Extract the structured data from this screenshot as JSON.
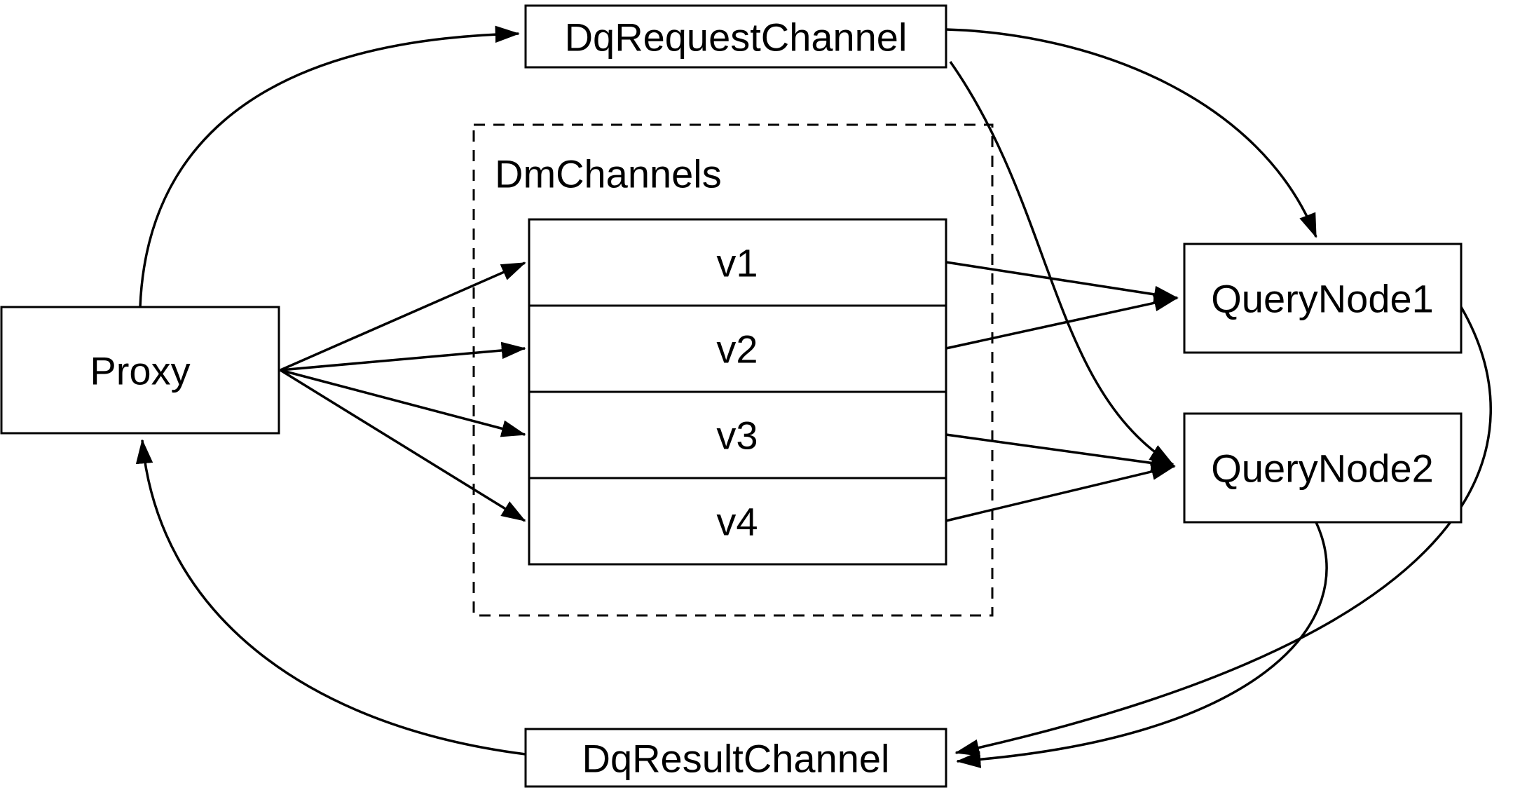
{
  "diagram": {
    "kind": "architecture-flow-diagram",
    "colors": {
      "background": "#ffffff",
      "line": "#000000",
      "box_fill": "#ffffff",
      "text": "#000000"
    },
    "nodes": {
      "dq_request_channel": {
        "label": "DqRequestChannel"
      },
      "proxy": {
        "label": "Proxy"
      },
      "dm_channels_group": {
        "label": "DmChannels"
      },
      "channels": [
        {
          "label": "v1"
        },
        {
          "label": "v2"
        },
        {
          "label": "v3"
        },
        {
          "label": "v4"
        }
      ],
      "query_node_1": {
        "label": "QueryNode1"
      },
      "query_node_2": {
        "label": "QueryNode2"
      },
      "dq_result_channel": {
        "label": "DqResultChannel"
      }
    },
    "edges": [
      {
        "from": "Proxy",
        "to": "DqRequestChannel"
      },
      {
        "from": "Proxy",
        "to": "v1"
      },
      {
        "from": "Proxy",
        "to": "v2"
      },
      {
        "from": "Proxy",
        "to": "v3"
      },
      {
        "from": "Proxy",
        "to": "v4"
      },
      {
        "from": "v1",
        "to": "QueryNode1"
      },
      {
        "from": "v2",
        "to": "QueryNode1"
      },
      {
        "from": "v3",
        "to": "QueryNode2"
      },
      {
        "from": "v4",
        "to": "QueryNode2"
      },
      {
        "from": "DqRequestChannel",
        "to": "QueryNode1"
      },
      {
        "from": "DqRequestChannel",
        "to": "QueryNode2"
      },
      {
        "from": "QueryNode1",
        "to": "DqResultChannel"
      },
      {
        "from": "QueryNode2",
        "to": "DqResultChannel"
      },
      {
        "from": "DqResultChannel",
        "to": "Proxy"
      }
    ]
  }
}
